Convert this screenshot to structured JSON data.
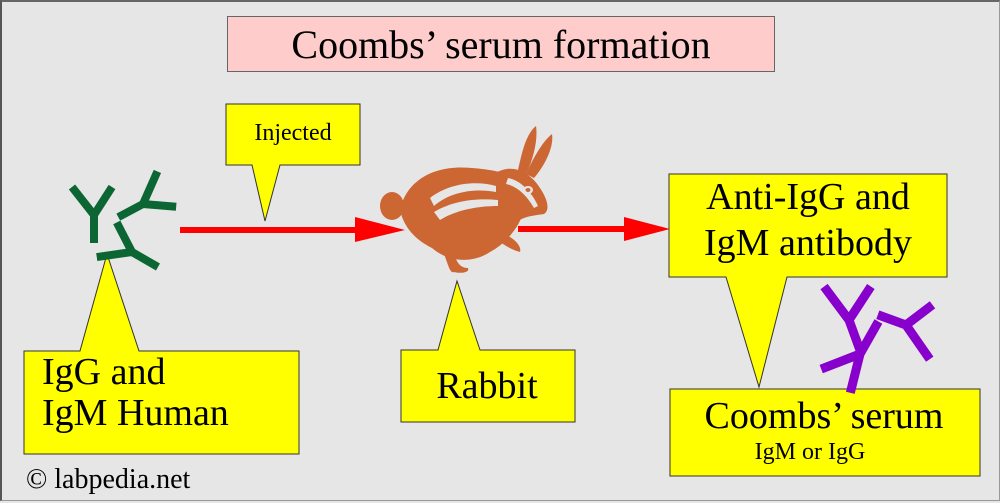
{
  "title": "Coombs’ serum formation",
  "callouts": {
    "injected": "Injected",
    "human_line1": "IgG and",
    "human_line2": "IgM Human",
    "rabbit": "Rabbit",
    "antibody_line1": "Anti-IgG and",
    "antibody_line2": "IgM antibody",
    "coombs": "Coombs’ serum",
    "coombs_sub": "IgM or IgG"
  },
  "copyright": "© labpedia.net",
  "icons": {
    "human_antibodies": "y-shaped-antibody-icon",
    "rabbit": "rabbit-icon",
    "anti_antibodies": "y-shaped-antibody-icon",
    "flow_arrow": "arrow-right-icon"
  },
  "colors": {
    "background": "#e6e6e6",
    "title_fill": "#ffcccc",
    "callout_fill": "#ffff00",
    "arrow": "#ff0000",
    "human_antibody": "#0b6634",
    "rabbit": "#cc6633",
    "anti_antibody": "#8800cc"
  }
}
